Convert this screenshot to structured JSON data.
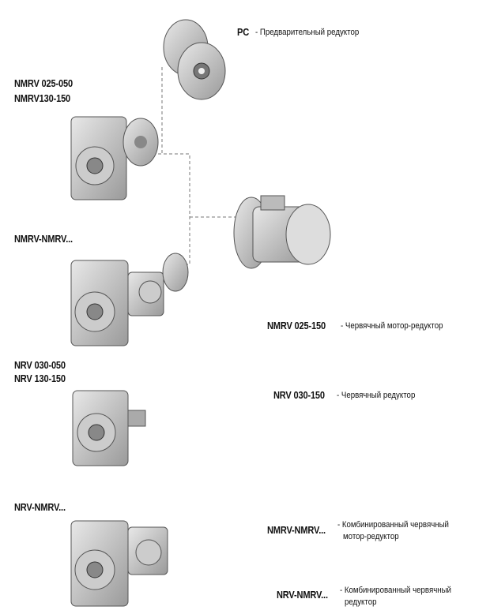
{
  "pc": {
    "code": "PC",
    "desc": "- Предварительный редуктор"
  },
  "left_labels": {
    "nmrv_1": "NMRV 025-050",
    "nmrv_2": "NMRV130-150",
    "nmrv_nmrv": "NMRV-NMRV...",
    "nrv_1": "NRV 030-050",
    "nrv_2": "NRV 130-150",
    "nrv_nmrv": "NRV-NMRV..."
  },
  "legend": [
    {
      "code": "NMRV 025-150",
      "desc": "- Червячный мотор-редуктор"
    },
    {
      "code": "NRV 030-150",
      "desc": "- Червячный редуктор"
    },
    {
      "code": "NMRV-NMRV...",
      "desc": "- Комбинированный червячный",
      "desc2": "мотор-редуктор"
    },
    {
      "code": "NRV-NMRV...",
      "desc": "- Комбинированный червячный",
      "desc2": "редуктор"
    }
  ]
}
